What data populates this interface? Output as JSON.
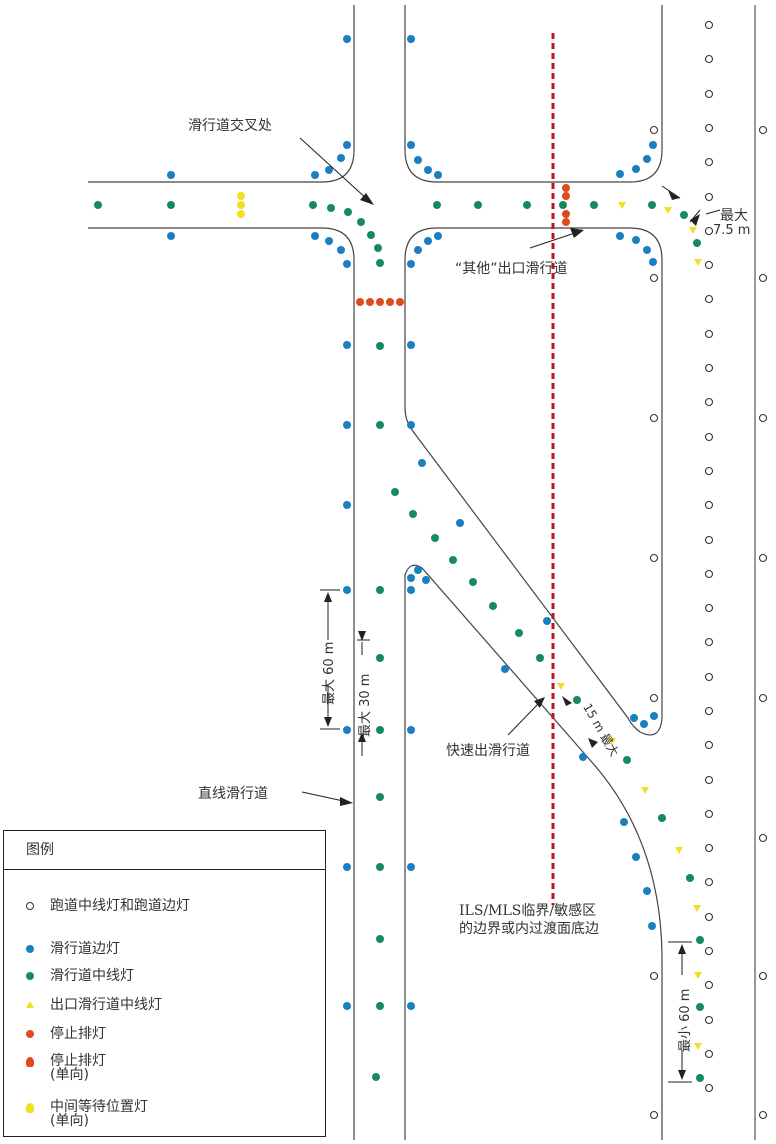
{
  "annotations": {
    "taxiway_intersection": "滑行道交叉处",
    "other_exit_taxiway": "“其他”出口滑行道",
    "max_7_5m_a": "最大",
    "max_7_5m_b": "7.5 m",
    "max_60m": "最大 60 m",
    "max_30m": "最大 30 m",
    "rapid_exit_taxiway": "快速出滑行道",
    "max_15m": "15 m 最大",
    "straight_taxiway": "直线滑行道",
    "ils_line1": "ILS/MLS临界/敏感区",
    "ils_line2": "的边界或内过渡面底边",
    "min_60m": "最小 60 m"
  },
  "legend": {
    "title": "图例",
    "items": [
      {
        "label": "跑道中线灯和跑道边灯",
        "icon": "hollow-circle",
        "color": "#333333"
      },
      {
        "label": "滑行道边灯",
        "icon": "dot",
        "color": "#1a7fc1"
      },
      {
        "label": "滑行道中线灯",
        "icon": "dot",
        "color": "#168a5a"
      },
      {
        "label": "出口滑行道中线灯",
        "icon": "triangle",
        "color": "#f1e020"
      },
      {
        "label": "停止排灯",
        "icon": "dot",
        "color": "#e04a1c"
      },
      {
        "label": "停止排灯",
        "sub": "(单向)",
        "icon": "unidirectional-dot",
        "color": "#e04a1c"
      },
      {
        "label": "中间等待位置灯",
        "sub": "(单向)",
        "icon": "unidirectional-dot",
        "color": "#f1e020"
      }
    ]
  },
  "colors": {
    "taxiway_edge": "#1a7fc1",
    "taxiway_centerline": "#168a5a",
    "exit_centerline": "#f1e020",
    "stop_bar": "#e04a1c",
    "ils_boundary": "#c0141c"
  }
}
